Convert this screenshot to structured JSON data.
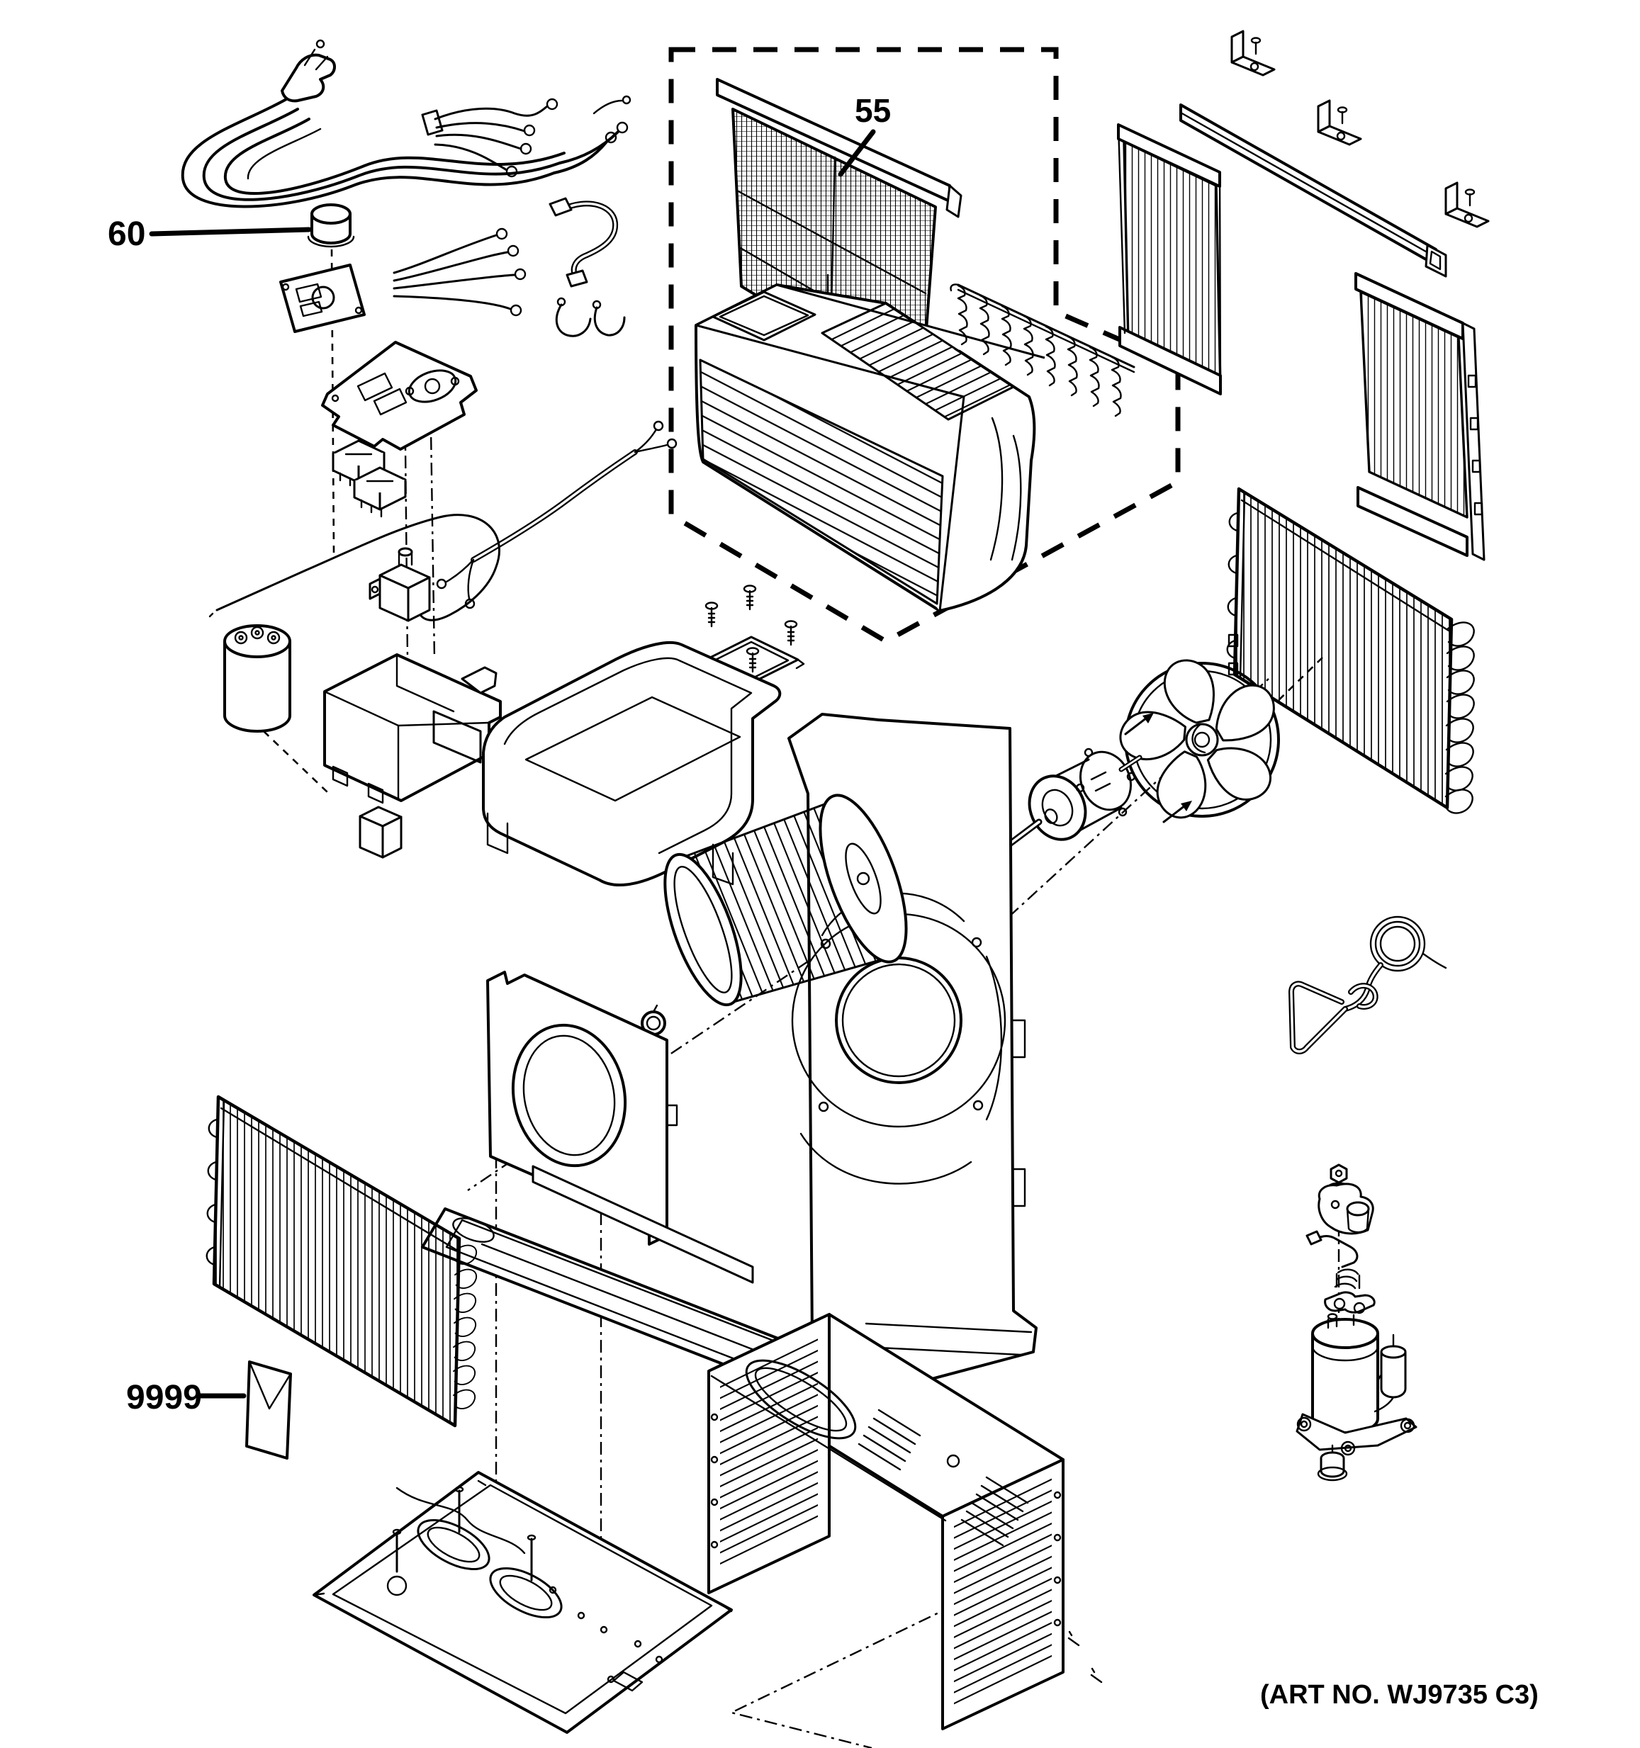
{
  "figure": {
    "art_no": "(ART NO. WJ9735 C3)",
    "background": "#ffffff",
    "line_color": "#000000"
  },
  "callouts": {
    "filter": {
      "label": "55"
    },
    "button_cap": {
      "label": "60"
    },
    "literature_kit": {
      "label": "9999"
    }
  }
}
